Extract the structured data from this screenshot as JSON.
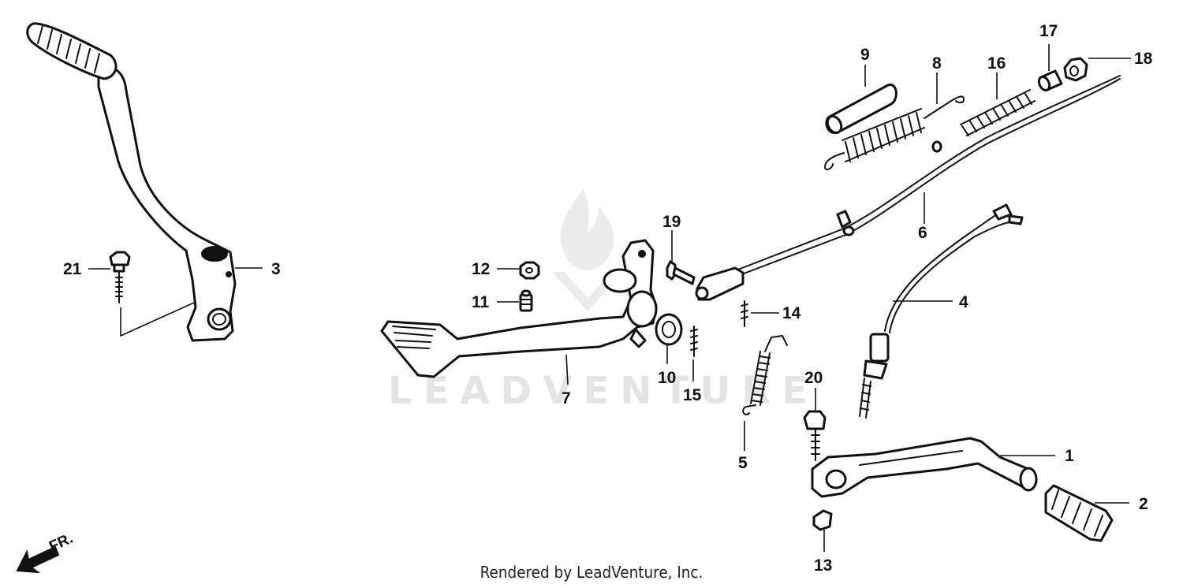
{
  "watermark": {
    "text": "LEADVENTURE"
  },
  "footer": "Rendered by LeadVenture, Inc.",
  "front_indicator": "FR.",
  "callouts": {
    "c1": "1",
    "c2": "2",
    "c3": "3",
    "c4": "4",
    "c5": "5",
    "c6": "6",
    "c7": "7",
    "c8": "8",
    "c9": "9",
    "c10": "10",
    "c11": "11",
    "c12": "12",
    "c13": "13",
    "c14": "14",
    "c15": "15",
    "c16": "16",
    "c17": "17",
    "c18": "18",
    "c19": "19",
    "c20": "20",
    "c21": "21"
  },
  "colors": {
    "line": "#111111",
    "watermark": "#e4e4e4",
    "background": "#ffffff"
  }
}
